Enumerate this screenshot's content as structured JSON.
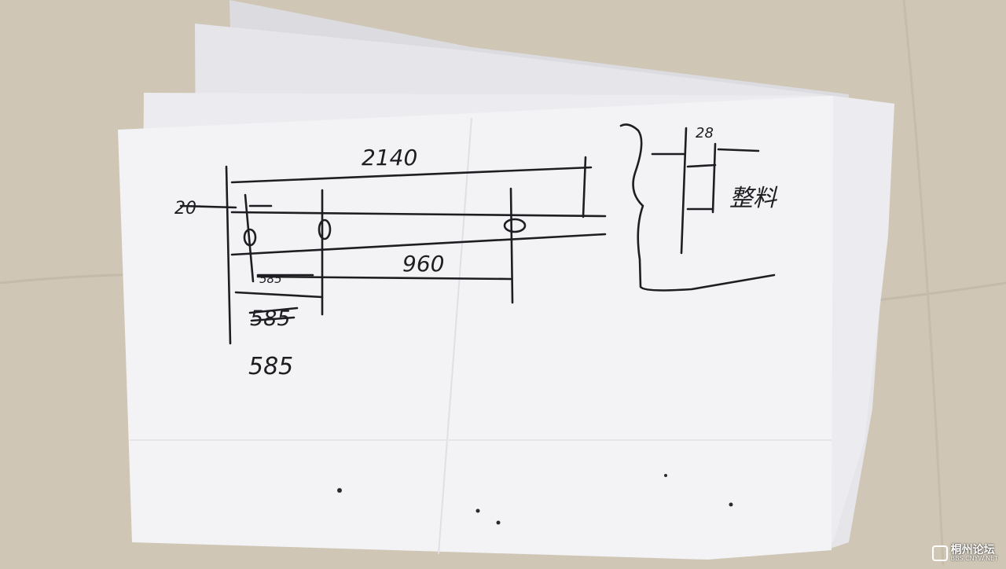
{
  "photo": {
    "background": "#cfc6b6",
    "paper_color": "#f3f3f6",
    "ink_color": "#1d1d22"
  },
  "sketch": {
    "dim_total": "2140",
    "dim_left": "20",
    "dim_mid": "960",
    "dim_small_struck": "585",
    "dim_lower_struck": "585",
    "dim_bottom": "585",
    "dim_top_right": "28",
    "note": "整料"
  },
  "watermark": {
    "title": "桐州论坛",
    "url": "BBS.CNYW.NET"
  }
}
